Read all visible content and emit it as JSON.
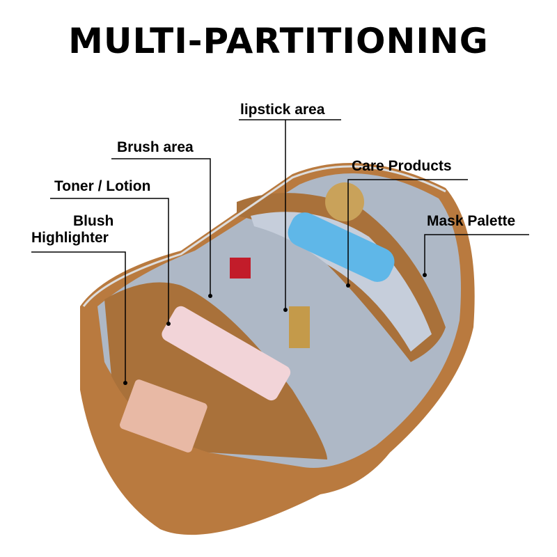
{
  "title": "MULTI-PARTITIONING",
  "labels": {
    "lipstick": "lipstick area",
    "brush": "Brush area",
    "toner": "Toner / Lotion",
    "blush_line1": "Blush",
    "blush_line2": "Highlighter",
    "care": "Care Products",
    "mask": "Mask Palette"
  },
  "colors": {
    "leather": "#b97a3f",
    "lining": "#aeb8c6",
    "line": "#000000"
  }
}
